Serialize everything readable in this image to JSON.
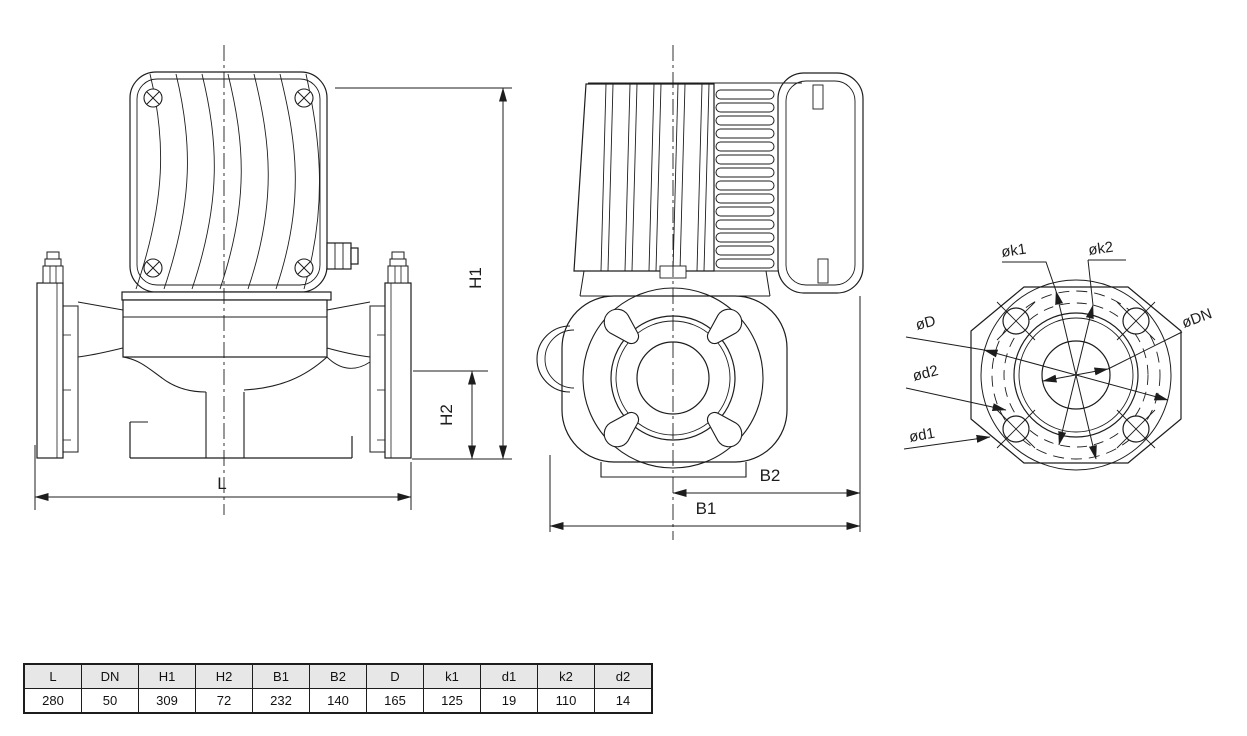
{
  "drawing": {
    "title": "pump-dimension-drawing",
    "side_view": {
      "label_h1": "H1",
      "label_h2": "H2",
      "label_l": "L"
    },
    "front_view": {
      "label_b1": "B1",
      "label_b2": "B2"
    },
    "flange_view": {
      "label_k1": "øk1",
      "label_k2": "øk2",
      "label_d_outer": "øD",
      "label_dn": "øDN",
      "label_d2": "ød2",
      "label_d1": "ød1"
    }
  },
  "table": {
    "headers": [
      "L",
      "DN",
      "H1",
      "H2",
      "B1",
      "B2",
      "D",
      "k1",
      "d1",
      "k2",
      "d2"
    ],
    "values": [
      "280",
      "50",
      "309",
      "72",
      "232",
      "140",
      "165",
      "125",
      "19",
      "110",
      "14"
    ]
  },
  "colors": {
    "line": "#1d1d1d",
    "table_header_bg": "#e7e7e7",
    "background": "#ffffff"
  }
}
